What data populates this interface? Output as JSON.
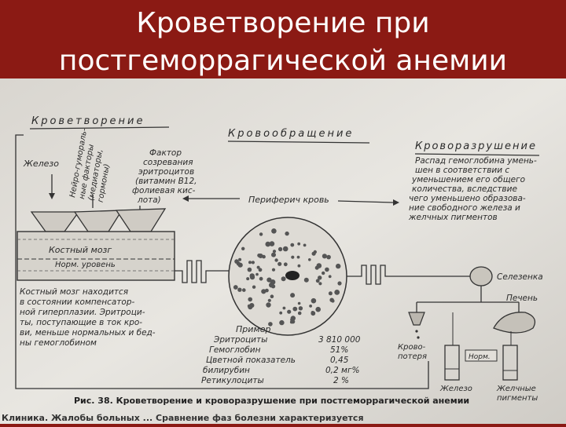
{
  "slide": {
    "title_line1": "Кроветворение при",
    "title_line2": "постгеморрагической анемии"
  },
  "figure": {
    "heading_hematopoiesis": "Кроветворение",
    "heading_circulation": "Кровообращение",
    "heading_destruction": "Кроворазрушение",
    "iron_label": "Железо",
    "neuro_label": [
      "Нейро-гумораль-",
      "ные факторы",
      "(медиаторы,",
      "гормоны)"
    ],
    "maturation_label": [
      "Фактор",
      "созревания",
      "эритроцитов",
      "(витамин B12,",
      "фолиевая кис-",
      "лота)"
    ],
    "peripheral_blood": "Периферич кровь",
    "marrow_label": "Костный мозг",
    "norm_level": "Норм. уровень",
    "marrow_description": [
      "Костный мозг находится",
      "в состоянии компенсатор-",
      "ной гиперплазии. Эритроци-",
      "ты, поступающие в ток кро-",
      "ви, меньше нормальных и бед-",
      "ны гемоглобином"
    ],
    "destruction_text": [
      "Распад гемоглобина умень-",
      "шен в соответствии с",
      "уменьшением его общего",
      "количества, вследствие",
      "чего уменьшено образова-",
      "ние свободного железа и",
      "желчных пигментов"
    ],
    "example_title": "Пример",
    "example_rows": [
      {
        "name": "Эритроциты",
        "value": "3 810 000"
      },
      {
        "name": "Гемоглобин",
        "value": "51%"
      },
      {
        "name": "Цветной показатель",
        "value": "0,45"
      },
      {
        "name": "билирубин",
        "value": "0,2 мг%"
      },
      {
        "name": "Ретикулоциты",
        "value": "2 %"
      }
    ],
    "spleen": "Селезенка",
    "liver": "Печень",
    "blood_loss": [
      "Крово-",
      "потеря"
    ],
    "norm_tube": "Норм.",
    "iron_bottom": "Железо",
    "bile_pigments": [
      "Желчные",
      "пигменты"
    ],
    "caption": "Рис. 38. Кроветворение и кроворазрушение при постгеморрагической анемии",
    "clinic": "Клиника.  Жалобы  больных  ...  Сравнение фаз болезни характеризуется"
  },
  "colors": {
    "background": "#8b1a14",
    "paper": "#e4e1db",
    "ink": "#2a2a2a"
  }
}
